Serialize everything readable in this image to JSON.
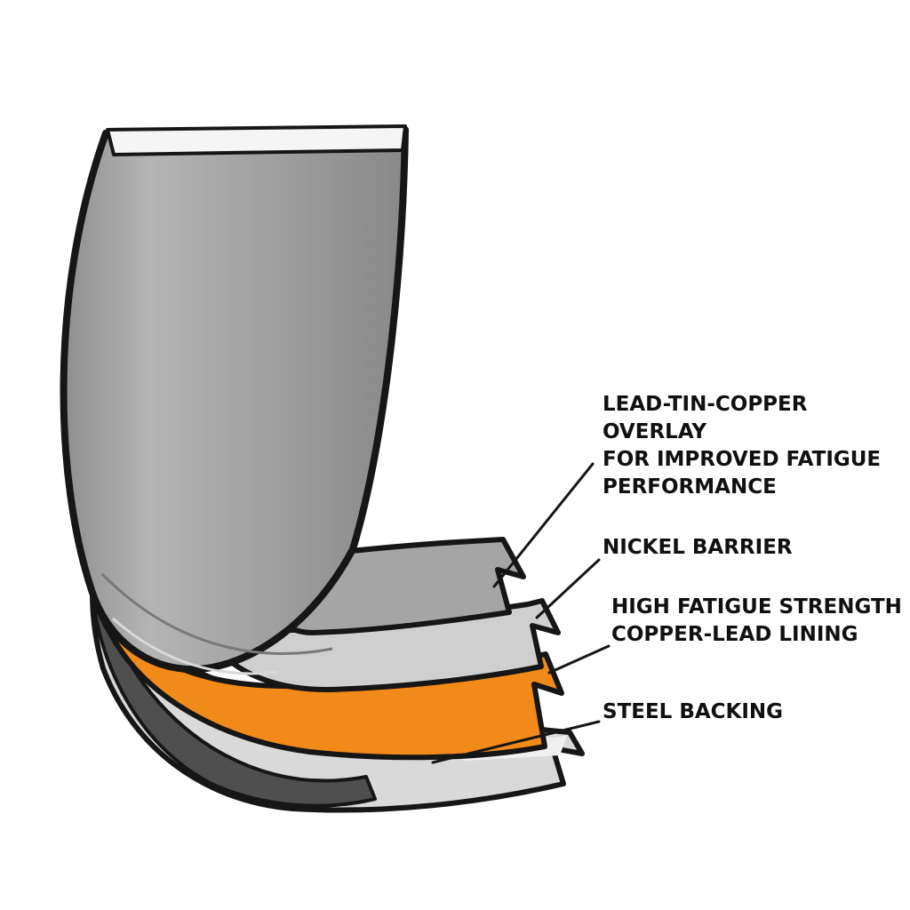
{
  "diagram": {
    "layers": [
      {
        "name": "lead-tin-copper-overlay",
        "label": "LEAD-TIN-COPPER OVERLAY\nFOR IMPROVED FATIGUE\nPERFORMANCE"
      },
      {
        "name": "nickel-barrier",
        "label": "NICKEL BARRIER"
      },
      {
        "name": "copper-lead-lining",
        "label": "HIGH FATIGUE STRENGTH\nCOPPER-LEAD LINING"
      },
      {
        "name": "steel-backing",
        "label": "STEEL BACKING"
      }
    ],
    "colors": {
      "shell_gray": "#a5a5a5",
      "nickel_gray": "#cfcfcf",
      "copper_lead_orange": "#f28a1a",
      "steel_light": "#d9d9d9",
      "shadow_dark": "#4f4f4f",
      "rim_white": "#f5f5f5",
      "outline": "#161616",
      "background": "#ffffff"
    }
  }
}
